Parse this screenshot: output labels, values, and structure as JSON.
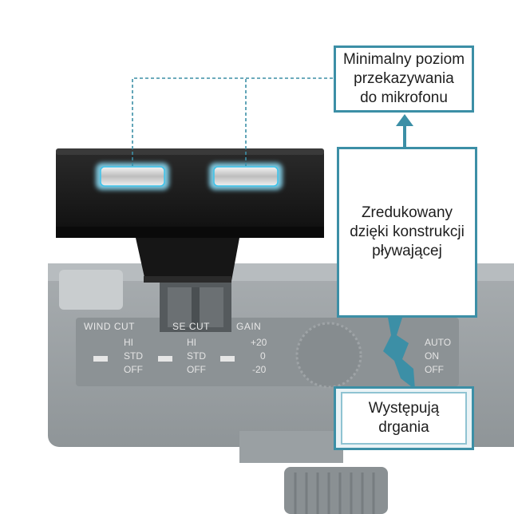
{
  "callouts": {
    "top": [
      "Minimalny poziom",
      "przekazywania",
      "do mikrofonu"
    ],
    "middle": [
      "Zredukowany",
      "dzięki konstrukcji",
      "pływającej"
    ],
    "bottom": [
      "Występują drgania"
    ]
  },
  "panel": {
    "wind_cut": {
      "label": "WIND CUT",
      "options": [
        "HI",
        "STD",
        "OFF"
      ]
    },
    "low_cut": {
      "label": "SE CUT",
      "options": [
        "HI",
        "STD",
        "OFF"
      ]
    },
    "gain": {
      "label": "GAIN",
      "options": [
        "+20",
        "0",
        "-20"
      ]
    },
    "mode": {
      "options": [
        "AUTO",
        "ON",
        "OFF"
      ]
    }
  },
  "colors": {
    "accent": "#3c8fa6",
    "glow": "#8ee4ff",
    "mount": "#1d1d1d"
  }
}
